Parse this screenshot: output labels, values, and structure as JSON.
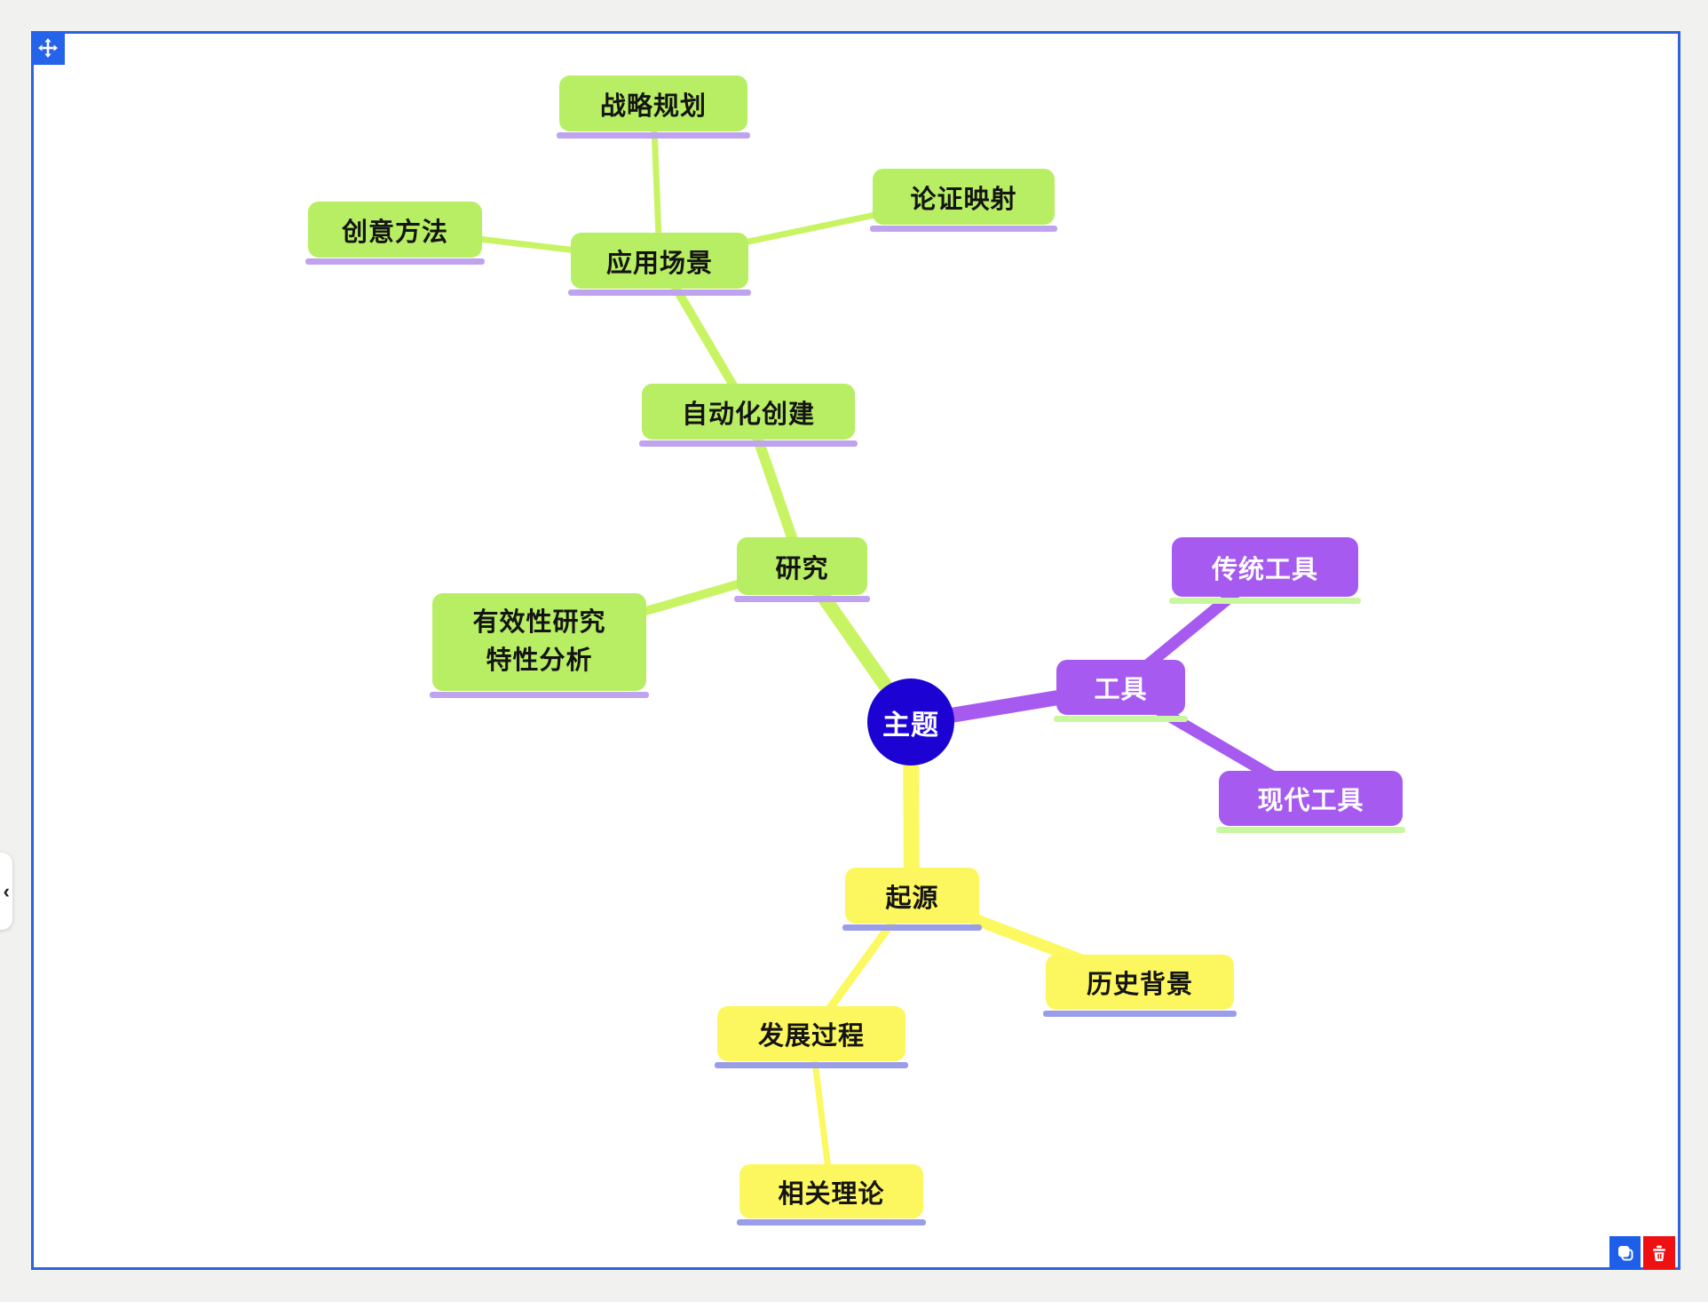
{
  "nodes": {
    "center": "主题",
    "research": "研究",
    "automation": "自动化创建",
    "scenarios": "应用场景",
    "strategy": "战略规划",
    "argument": "论证映射",
    "creative": "创意方法",
    "effectiveness": {
      "line1": "有效性研究",
      "line2": "特性分析"
    },
    "tools": "工具",
    "traditional": "传统工具",
    "modern": "现代工具",
    "origin": "起源",
    "history": "历史背景",
    "development": "发展过程",
    "theory": "相关理论"
  },
  "edges": [
    {
      "from": "主题",
      "to": "研究",
      "branch": "green"
    },
    {
      "from": "研究",
      "to": "自动化创建",
      "branch": "green"
    },
    {
      "from": "自动化创建",
      "to": "应用场景",
      "branch": "green"
    },
    {
      "from": "研究",
      "to": "有效性研究特性分析",
      "branch": "green"
    },
    {
      "from": "应用场景",
      "to": "战略规划",
      "branch": "green"
    },
    {
      "from": "应用场景",
      "to": "论证映射",
      "branch": "green"
    },
    {
      "from": "应用场景",
      "to": "创意方法",
      "branch": "green"
    },
    {
      "from": "主题",
      "to": "工具",
      "branch": "purple"
    },
    {
      "from": "工具",
      "to": "传统工具",
      "branch": "purple"
    },
    {
      "from": "工具",
      "to": "现代工具",
      "branch": "purple"
    },
    {
      "from": "主题",
      "to": "起源",
      "branch": "yellow"
    },
    {
      "from": "起源",
      "to": "历史背景",
      "branch": "yellow"
    },
    {
      "from": "起源",
      "to": "发展过程",
      "branch": "yellow"
    },
    {
      "from": "发展过程",
      "to": "相关理论",
      "branch": "yellow"
    }
  ],
  "colors": {
    "edge_green": "#c8f464",
    "edge_purple": "#a65af0",
    "edge_yellow": "#fcf860",
    "node_green": "#b7ee63",
    "node_yellow": "#fcf75e",
    "node_purple": "#a65af0",
    "underline_lavender": "#bfa3ee",
    "underline_periwinkle": "#9a9de8",
    "underline_light_green": "#c9f7a1",
    "center_blue": "#1c03d3",
    "selection_border_blue": "#2f62dd",
    "handle_blue": "#2563eb",
    "copy_button_blue": "#1d5fe8",
    "trash_button_red": "#ef1111",
    "page_background": "#f1f1f0"
  },
  "icons": {
    "move": "move-icon",
    "copy": "copy-icon",
    "trash": "trash-icon",
    "collapse": "chevron-left-icon"
  },
  "side_toggle": {
    "chevron": "‹"
  }
}
